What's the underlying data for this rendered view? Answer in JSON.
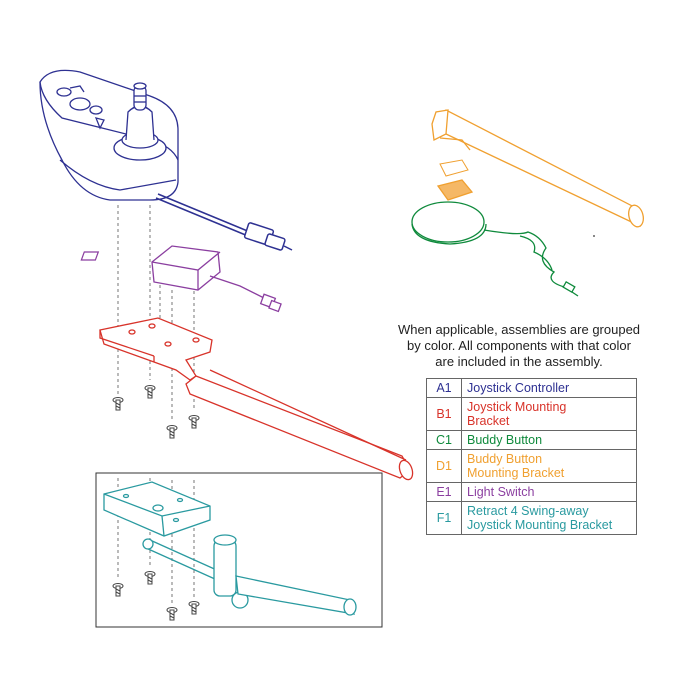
{
  "note": {
    "lines": [
      "When applicable, assemblies are grouped",
      "by color. All components with that color",
      "are included in the assembly."
    ]
  },
  "legend": [
    {
      "code": "A1",
      "lines": [
        "Joystick Controller"
      ],
      "color": "#2e3192"
    },
    {
      "code": "B1",
      "lines": [
        "Joystick Mounting",
        "Bracket"
      ],
      "color": "#d8332a"
    },
    {
      "code": "C1",
      "lines": [
        "Buddy Button"
      ],
      "color": "#0f8a3c"
    },
    {
      "code": "D1",
      "lines": [
        "Buddy Button",
        "Mounting Bracket"
      ],
      "color": "#f0a030"
    },
    {
      "code": "E1",
      "lines": [
        "Light Switch"
      ],
      "color": "#8b3fa0"
    },
    {
      "code": "F1",
      "lines": [
        "Retract 4 Swing-away",
        "Joystick Mounting Bracket"
      ],
      "color": "#2a9aa0"
    }
  ],
  "colors": {
    "joystick": "#2e3192",
    "bracket": "#d8332a",
    "buddy_button": "#0f8a3c",
    "buddy_bracket": "#f0a030",
    "light_switch": "#8b3fa0",
    "swing_away": "#2a9aa0",
    "hardware": "#444444"
  }
}
